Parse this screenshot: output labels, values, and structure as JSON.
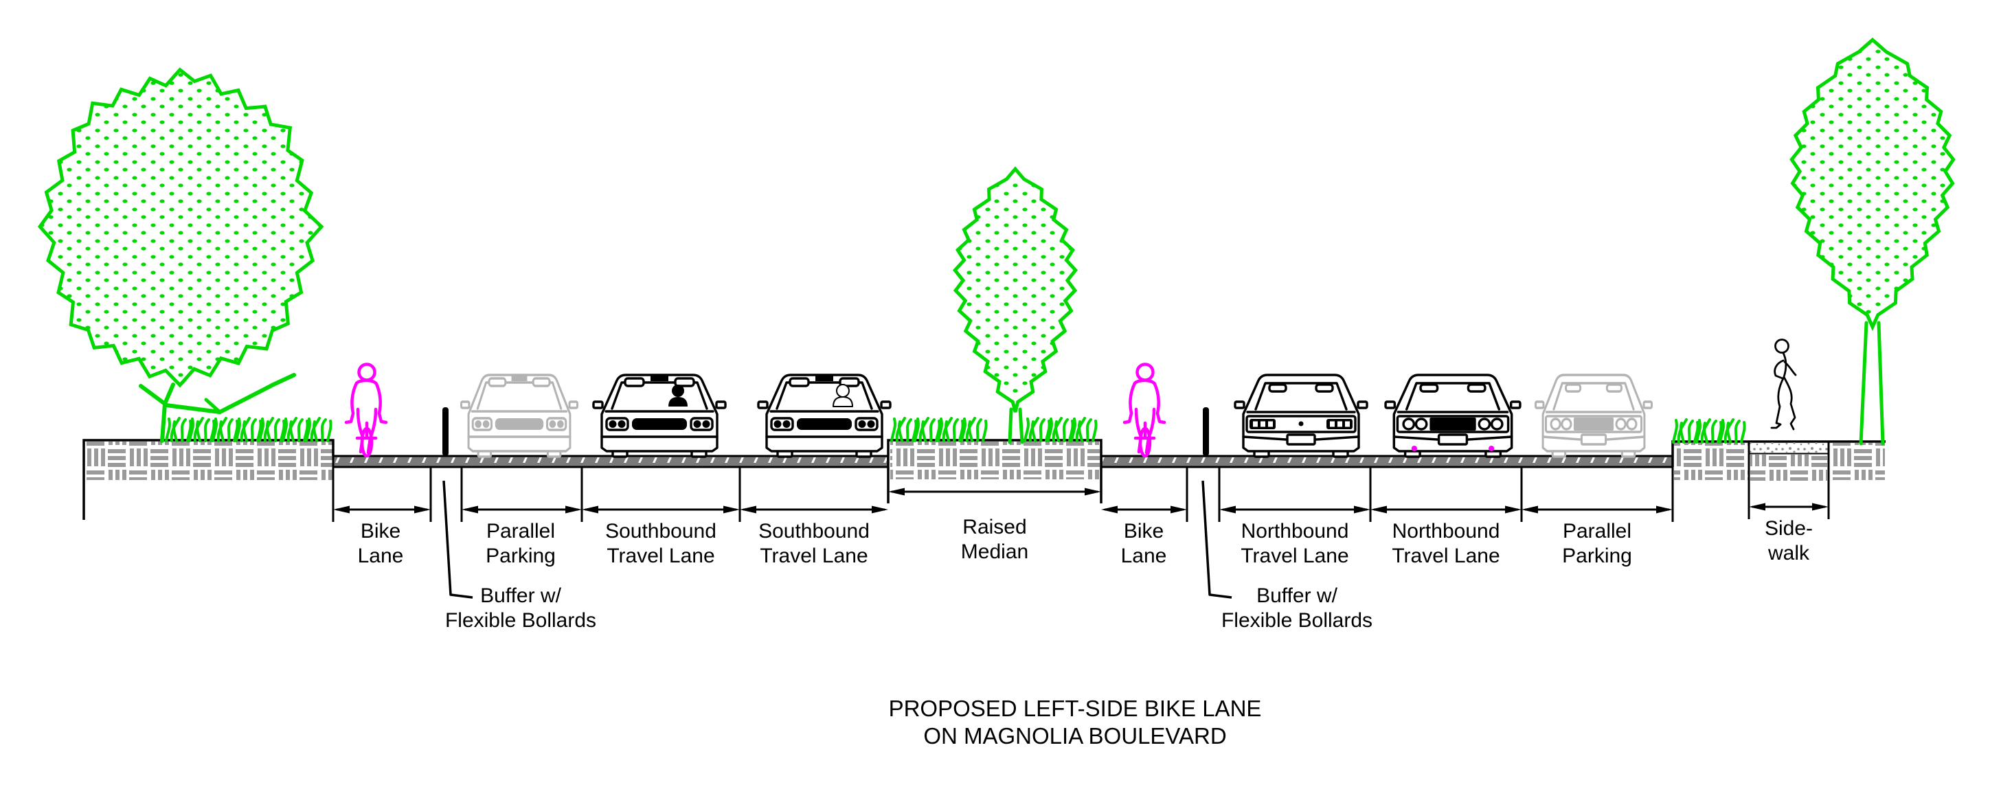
{
  "title": {
    "line1": "PROPOSED LEFT-SIDE BIKE LANE",
    "line2": "ON MAGNOLIA BOULEVARD"
  },
  "sections": {
    "bike_lane_left": {
      "line1": "Bike",
      "line2": "Lane"
    },
    "parallel_parking_left": {
      "line1": "Parallel",
      "line2": "Parking"
    },
    "southbound_lane_1": {
      "line1": "Southbound",
      "line2": "Travel Lane"
    },
    "southbound_lane_2": {
      "line1": "Southbound",
      "line2": "Travel Lane"
    },
    "raised_median": {
      "line1": "Raised",
      "line2": "Median"
    },
    "bike_lane_right": {
      "line1": "Bike",
      "line2": "Lane"
    },
    "northbound_lane_1": {
      "line1": "Northbound",
      "line2": "Travel Lane"
    },
    "northbound_lane_2": {
      "line1": "Northbound",
      "line2": "Travel Lane"
    },
    "parallel_parking_right": {
      "line1": "Parallel",
      "line2": "Parking"
    },
    "sidewalk": {
      "line1": "Side-",
      "line2": "walk"
    }
  },
  "annotations": {
    "buffer_left": {
      "line1": "Buffer w/",
      "line2": "Flexible Bollards"
    },
    "buffer_right": {
      "line1": "Buffer w/",
      "line2": "Flexible Bollards"
    }
  },
  "colors": {
    "vegetation_green": "#00d800",
    "figure_magenta": "#ff00ff",
    "parked_car_gray": "#b3b3b3",
    "asphalt_gray": "#7a7a7a",
    "hatch_gray": "#9a9a9a",
    "stipple_gray": "#8f8f8f",
    "line_black": "#000000"
  }
}
